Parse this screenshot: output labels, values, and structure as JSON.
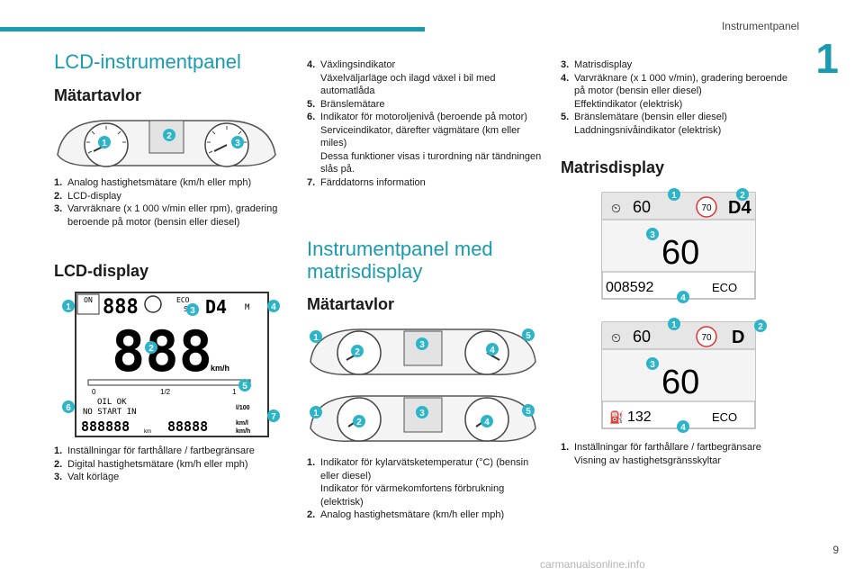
{
  "header": {
    "title": "Instrumentpanel",
    "chapter": "1",
    "page": "9"
  },
  "col1": {
    "section_title": "LCD-instrumentpanel",
    "sub1": "Mätartavlor",
    "list1": [
      {
        "n": "1.",
        "t": "Analog hastighetsmätare (km/h eller mph)"
      },
      {
        "n": "2.",
        "t": "LCD-display"
      },
      {
        "n": "3.",
        "t": "Varvräknare (x 1 000 v/min eller rpm), gradering beroende på motor (bensin eller diesel)"
      }
    ],
    "sub2": "LCD-display",
    "list2": [
      {
        "n": "1.",
        "t": "Inställningar för farthållare / fartbegränsare"
      },
      {
        "n": "2.",
        "t": "Digital hastighetsmätare (km/h eller mph)"
      },
      {
        "n": "3.",
        "t": "Valt körläge"
      }
    ],
    "lcd": {
      "on": "ON",
      "eco": "ECO",
      "s": "S",
      "m": "M",
      "big": "888",
      "kmh": "km/h",
      "half": "1/2",
      "zero": "0",
      "one": "1",
      "oil_ok": "OIL OK",
      "no_start": "NO START IN",
      "odo1": "888888",
      "km": "km",
      "odo2": "88888",
      "l100": "l/100",
      "kml": "km/l",
      "km_h2": "km/h"
    }
  },
  "col2": {
    "list_top": [
      {
        "n": "4.",
        "lines": [
          "Växlingsindikator",
          "Växelväljarläge och ilagd växel i bil med automatlåda"
        ]
      },
      {
        "n": "5.",
        "lines": [
          "Bränslemätare"
        ]
      },
      {
        "n": "6.",
        "lines": [
          "Indikator för motoroljenivå (beroende på motor)",
          "Serviceindikator, därefter vägmätare (km eller miles)",
          "Dessa funktioner visas i turordning när tändningen slås på."
        ]
      },
      {
        "n": "7.",
        "lines": [
          "Färddatorns information"
        ]
      }
    ],
    "section_title_line1": "Instrumentpanel med",
    "section_title_line2": "matrisdisplay",
    "sub1": "Mätartavlor",
    "list_bottom": [
      {
        "n": "1.",
        "lines": [
          "Indikator för kylarvätsketemperatur (°C) (bensin eller diesel)",
          "Indikator för värmekomfortens förbrukning (elektrisk)"
        ]
      },
      {
        "n": "2.",
        "lines": [
          "Analog hastighetsmätare (km/h eller mph)"
        ]
      }
    ]
  },
  "col3": {
    "list_top": [
      {
        "n": "3.",
        "lines": [
          "Matrisdisplay"
        ]
      },
      {
        "n": "4.",
        "lines": [
          "Varvräknare (x 1 000 v/min), gradering beroende på motor (bensin eller diesel)",
          "Effektindikator (elektrisk)"
        ]
      },
      {
        "n": "5.",
        "lines": [
          "Bränslemätare (bensin eller diesel)",
          "Laddningsnivåindikator (elektrisk)"
        ]
      }
    ],
    "sub1": "Matrisdisplay",
    "m1": {
      "speed_limit": "60",
      "sign": "70",
      "gear": "D4",
      "speed": "60",
      "odo": "008592",
      "mode": "ECO"
    },
    "m2": {
      "speed_limit": "60",
      "sign": "70",
      "gear": "D",
      "speed": "60",
      "range": "132",
      "mode": "ECO"
    },
    "list_bottom": [
      {
        "n": "1.",
        "lines": [
          "Inställningar för farthållare / fartbegränsare",
          "Visning av hastighetsgränsskyltar"
        ]
      }
    ]
  },
  "callouts": {
    "c1": "1",
    "c2": "2",
    "c3": "3",
    "c4": "4",
    "c5": "5",
    "c6": "6",
    "c7": "7"
  },
  "watermark": "carmanualsonline.info",
  "colors": {
    "accent": "#1a9bb0",
    "callout": "#2cb5c9"
  }
}
